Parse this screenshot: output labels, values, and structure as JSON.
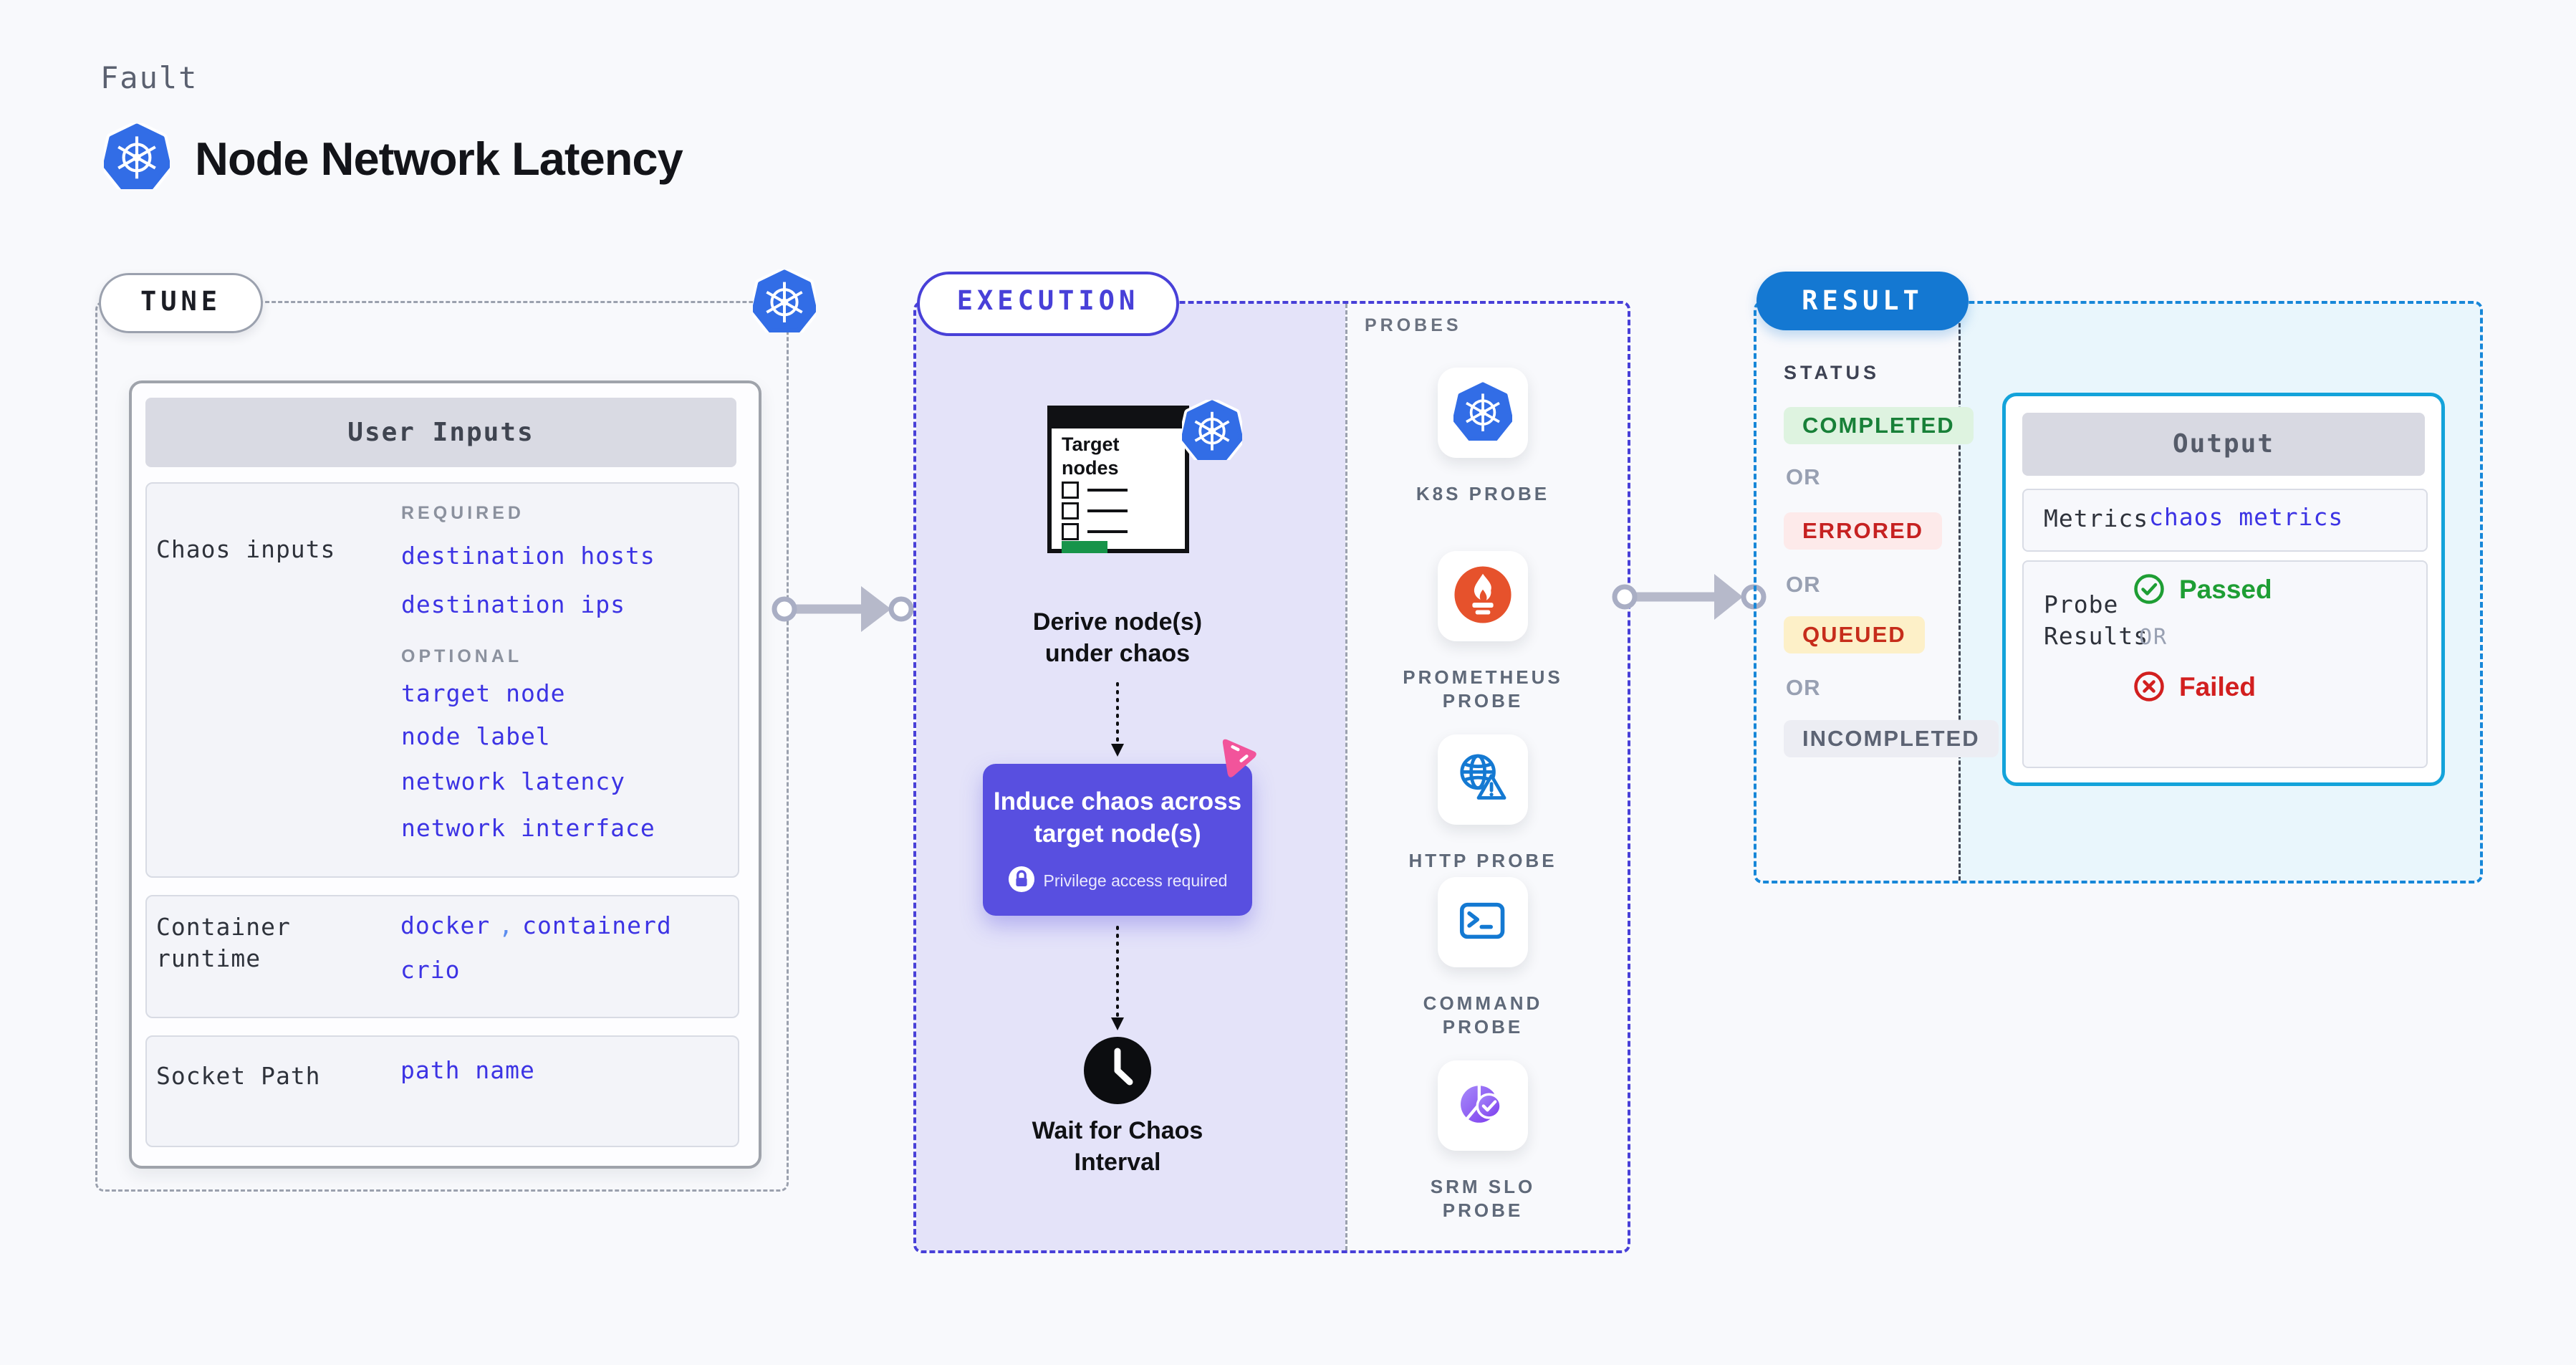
{
  "header": {
    "kicker": "Fault",
    "title": "Node Network Latency"
  },
  "tune": {
    "badge": "TUNE",
    "panel_title": "User Inputs",
    "chaos_row": {
      "label": "Chaos inputs",
      "required_heading": "REQUIRED",
      "required_links": [
        "destination hosts",
        "destination ips"
      ],
      "optional_heading": "OPTIONAL",
      "optional_links": [
        "target node",
        "node label",
        "network latency",
        "network interface"
      ]
    },
    "runtime_row": {
      "label_lines": [
        "Container",
        "runtime"
      ],
      "values": [
        "docker",
        "containerd",
        "crio"
      ],
      "comma": ","
    },
    "socket_row": {
      "label": "Socket Path",
      "value": "path name"
    }
  },
  "execution": {
    "badge": "EXECUTION",
    "target_doc_title_lines": [
      "Target",
      "nodes"
    ],
    "derive_lines": [
      "Derive node(s)",
      "under chaos"
    ],
    "induce_lines": [
      "Induce chaos across",
      "target node(s)"
    ],
    "privilege_label": "Privilege access required",
    "wait_lines": [
      "Wait for Chaos",
      "Interval"
    ]
  },
  "probes": {
    "heading": "PROBES",
    "items": [
      {
        "icon": "kubernetes-icon",
        "label_lines": [
          "K8S PROBE"
        ]
      },
      {
        "icon": "prometheus-icon",
        "label_lines": [
          "PROMETHEUS",
          "PROBE"
        ]
      },
      {
        "icon": "http-globe-icon",
        "label_lines": [
          "HTTP PROBE"
        ]
      },
      {
        "icon": "terminal-icon",
        "label_lines": [
          "COMMAND",
          "PROBE"
        ]
      },
      {
        "icon": "slo-pie-chart-icon",
        "label_lines": [
          "SRM SLO",
          "PROBE"
        ]
      }
    ]
  },
  "result": {
    "badge": "RESULT",
    "status_heading": "STATUS",
    "or_label": "OR",
    "statuses": [
      "COMPLETED",
      "ERRORED",
      "QUEUED",
      "INCOMPLETED"
    ],
    "output": {
      "title": "Output",
      "metrics_label": "Metrics",
      "metrics_value": "chaos metrics",
      "probe_results_label_lines": [
        "Probe",
        "Results"
      ],
      "passed_label": "Passed",
      "or_label": "OR",
      "failed_label": "Failed"
    }
  },
  "colors": {
    "page_bg": "#f8f9fc",
    "kubernetes_blue": "#326de6",
    "accent_indigo": "#4840d8",
    "link_blue": "#3c33e4",
    "induce_purple": "#584fe0",
    "lavender_bg": "#e4e3f9",
    "result_badge_blue": "#1478d2",
    "result_border_blue": "#1787d8",
    "output_border_cyan": "#13a3da",
    "cyan_bg": "#e9f6fc",
    "completed_green": "#188038",
    "errored_red": "#c62121",
    "queued_bg": "#fdf0c8",
    "incompleted_gray": "#5c6373",
    "passed_green": "#1e9e34",
    "failed_red": "#d21f1f",
    "prometheus_orange": "#e6522c",
    "litmus_pink": "#f2549b",
    "arrow_gray": "#b6b9ca"
  }
}
